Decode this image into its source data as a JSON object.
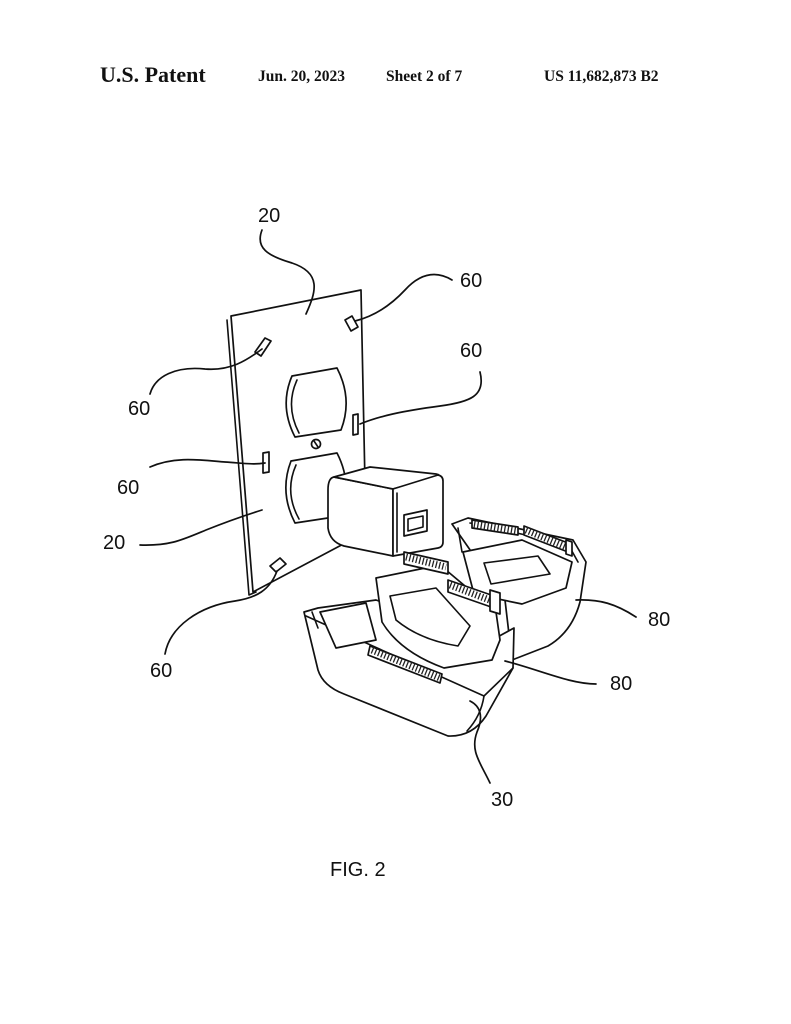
{
  "header": {
    "title": "U.S. Patent",
    "date": "Jun. 20, 2023",
    "sheet": "Sheet 2 of 7",
    "patent_number": "US 11,682,873 B2"
  },
  "figure": {
    "caption": "FIG. 2",
    "reference_numerals": [
      "20",
      "60",
      "60",
      "60",
      "60",
      "20",
      "60",
      "80",
      "80",
      "30"
    ]
  }
}
